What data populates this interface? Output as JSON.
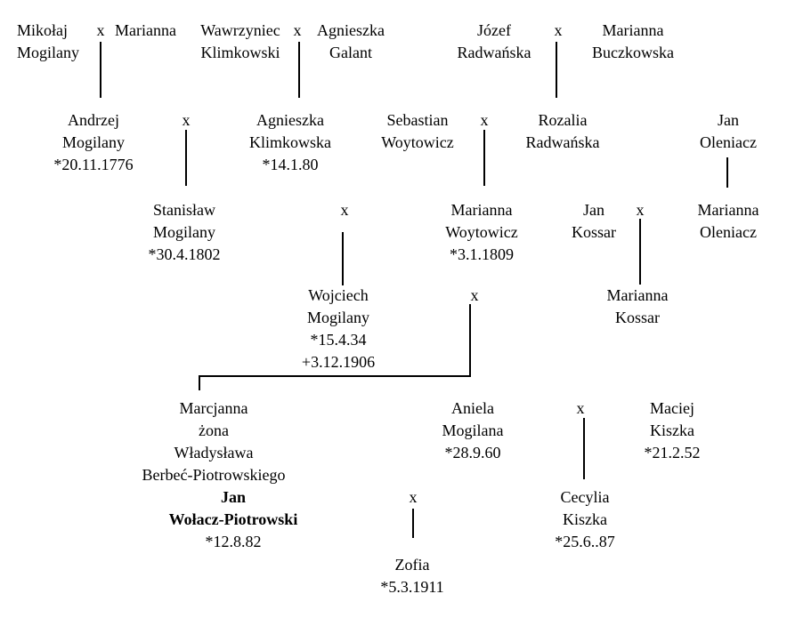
{
  "people": [
    {
      "id": "mikolaj",
      "lines": [
        "Mikołaj",
        "Mogilany"
      ]
    },
    {
      "id": "marianna-1",
      "lines": [
        "Marianna"
      ]
    },
    {
      "id": "wawrzyniec",
      "lines": [
        "Wawrzyniec",
        "Klimkowski"
      ]
    },
    {
      "id": "agnieszka-galant",
      "lines": [
        "Agnieszka",
        "Galant"
      ]
    },
    {
      "id": "jozef",
      "lines": [
        "Józef",
        "Radwańska"
      ]
    },
    {
      "id": "marianna-buczkowska",
      "lines": [
        "Marianna",
        "Buczkowska"
      ]
    },
    {
      "id": "andrzej",
      "lines": [
        "Andrzej",
        "Mogilany",
        "*20.11.1776"
      ]
    },
    {
      "id": "agnieszka-klimkowska",
      "lines": [
        "Agnieszka",
        "Klimkowska",
        "*14.1.80"
      ]
    },
    {
      "id": "sebastian",
      "lines": [
        "Sebastian",
        "Woytowicz"
      ]
    },
    {
      "id": "rozalia",
      "lines": [
        "Rozalia",
        "Radwańska"
      ]
    },
    {
      "id": "jan-oleniacz",
      "lines": [
        "Jan",
        "Oleniacz"
      ]
    },
    {
      "id": "stanislaw",
      "lines": [
        "Stanisław",
        "Mogilany",
        "*30.4.1802"
      ]
    },
    {
      "id": "marianna-woytowicz",
      "lines": [
        "Marianna",
        "Woytowicz",
        "*3.1.1809"
      ]
    },
    {
      "id": "jan-kossar",
      "lines": [
        "Jan",
        "Kossar"
      ]
    },
    {
      "id": "marianna-oleniacz",
      "lines": [
        "Marianna",
        "Oleniacz"
      ]
    },
    {
      "id": "wojciech",
      "lines": [
        "Wojciech",
        "Mogilany",
        "*15.4.34",
        "+3.12.1906"
      ]
    },
    {
      "id": "marianna-kossar",
      "lines": [
        "Marianna",
        "Kossar"
      ]
    },
    {
      "id": "marcjanna",
      "lines": [
        "Marcjanna",
        "żona",
        "Władysława",
        "Berbeć-Piotrowskiego"
      ]
    },
    {
      "id": "aniela",
      "lines": [
        "Aniela",
        "Mogilana",
        "*28.9.60"
      ]
    },
    {
      "id": "maciej",
      "lines": [
        "Maciej",
        "Kiszka",
        "*21.2.52"
      ]
    },
    {
      "id": "jan-wolacz",
      "lines": [
        "Jan",
        "Wołacz-Piotrowski",
        "*12.8.82"
      ]
    },
    {
      "id": "cecylia",
      "lines": [
        "Cecylia",
        "Kiszka",
        "*25.6..87"
      ]
    },
    {
      "id": "zofia",
      "lines": [
        "Zofia",
        "*5.3.1911"
      ]
    }
  ],
  "marriages": [
    {
      "id": "mikolaj-marianna",
      "symbol": "x"
    },
    {
      "id": "wawrzyniec-agnieszka",
      "symbol": "x"
    },
    {
      "id": "jozef-marianna",
      "symbol": "x"
    },
    {
      "id": "andrzej-agnieszka",
      "symbol": "x"
    },
    {
      "id": "sebastian-rozalia",
      "symbol": "x"
    },
    {
      "id": "stanislaw-marianna",
      "symbol": "x"
    },
    {
      "id": "jan-marianna",
      "symbol": "x"
    },
    {
      "id": "wojciech-marianna",
      "symbol": "x"
    },
    {
      "id": "aniela-maciej",
      "symbol": "x"
    },
    {
      "id": "jan-aniela",
      "symbol": "x"
    }
  ]
}
